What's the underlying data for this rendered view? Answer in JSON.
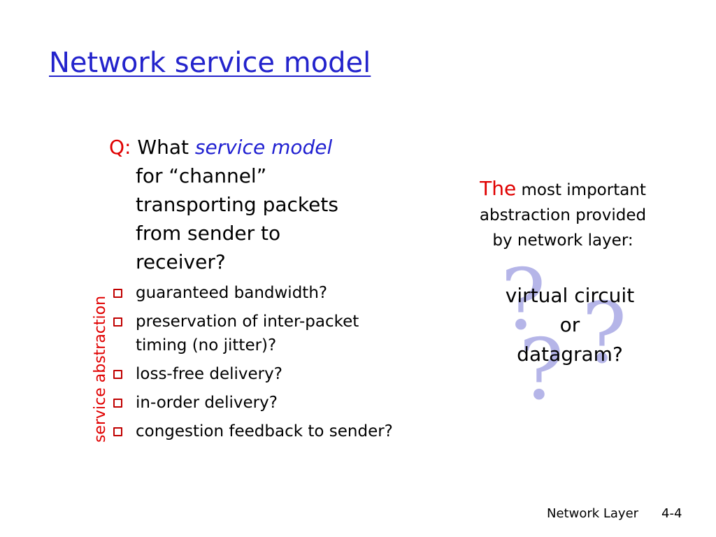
{
  "title": "Network service model",
  "question": {
    "label": "Q:",
    "what": "What",
    "service_model": "service model",
    "line2": "for “channel”",
    "line3": "transporting packets",
    "line4": "from sender to",
    "line5": "receiver?"
  },
  "side_label": "service abstraction",
  "bullets": [
    "guaranteed bandwidth?",
    "preservation of inter-packet timing (no jitter)?",
    "loss-free delivery?",
    "in-order delivery?",
    "congestion feedback to sender?"
  ],
  "important": {
    "the": "The",
    "line1_rest": "most important",
    "line2": "abstraction provided",
    "line3": "by network layer:"
  },
  "virtual": {
    "line1": "virtual circuit",
    "line2": "or",
    "line3": "datagram?"
  },
  "question_marks": [
    "?",
    "?",
    "?"
  ],
  "footer": {
    "left": "Network Layer",
    "right": "4-4"
  },
  "colors": {
    "title": "#2323cc",
    "accent_red": "#e00000",
    "emphasis_blue": "#1f1fd1",
    "bullet_box": "#c00000",
    "question_mark": "#b5b5e8"
  },
  "icons": {
    "bullet": "checkbox-square-icon",
    "decoration": "question-mark-icon"
  }
}
